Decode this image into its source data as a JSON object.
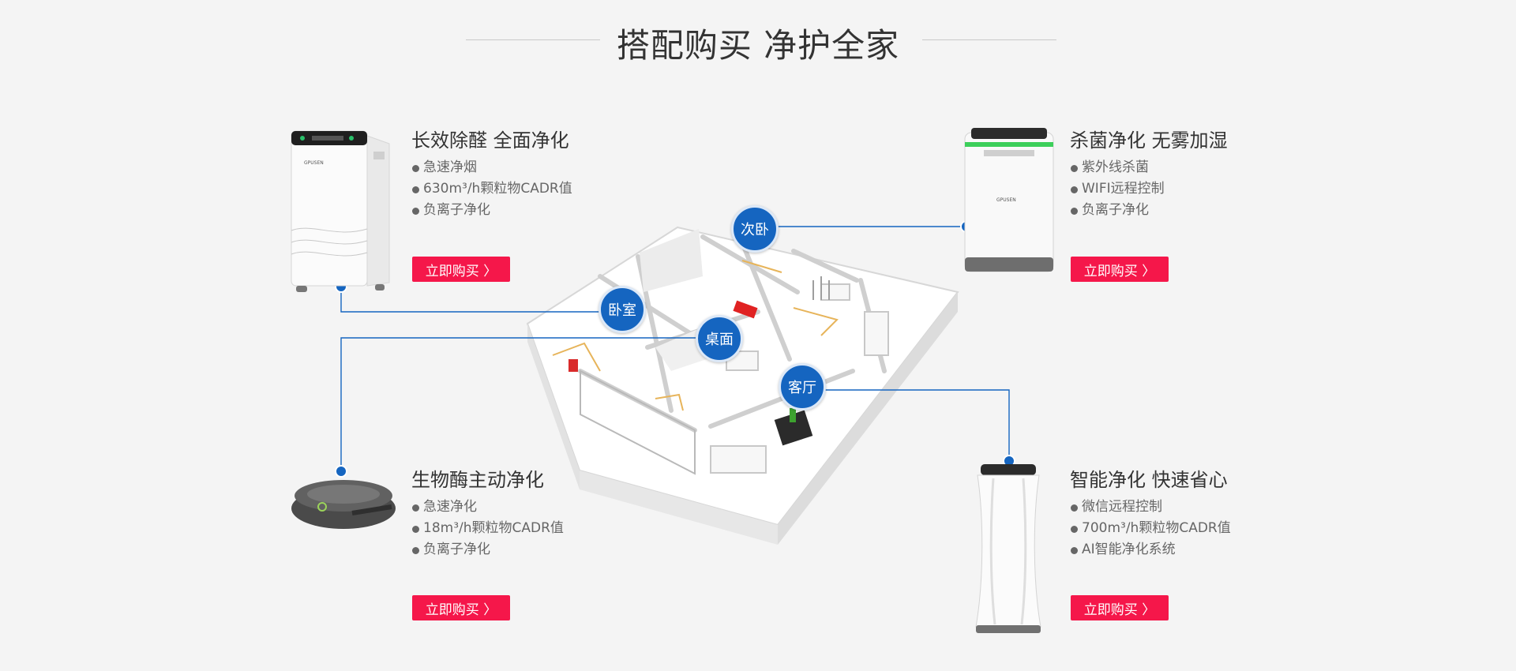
{
  "header": {
    "title": "搭配购买 净护全家"
  },
  "products": [
    {
      "title": "长效除醛 全面净化",
      "features": [
        "急速净烟",
        "630m³/h颗粒物CADR值",
        "负离子净化"
      ],
      "button": "立即购买 〉",
      "brand": "GPUSEN"
    },
    {
      "title": "杀菌净化 无雾加湿",
      "features": [
        "紫外线杀菌",
        "WIFI远程控制",
        "负离子净化"
      ],
      "button": "立即购买 〉",
      "brand": "GPUSEN"
    },
    {
      "title": "生物酶主动净化",
      "features": [
        "急速净化",
        "18m³/h颗粒物CADR值",
        "负离子净化"
      ],
      "button": "立即购买 〉"
    },
    {
      "title": "智能净化 快速省心",
      "features": [
        "微信远程控制",
        "700m³/h颗粒物CADR值",
        "AI智能净化系统"
      ],
      "button": "立即购买 〉"
    }
  ],
  "rooms": {
    "second_bedroom": "次卧",
    "bedroom": "卧室",
    "desktop": "桌面",
    "living_room": "客厅"
  },
  "colors": {
    "accent_blue": "#1565c0",
    "buy_red": "#f5174a",
    "background": "#f4f4f4"
  }
}
